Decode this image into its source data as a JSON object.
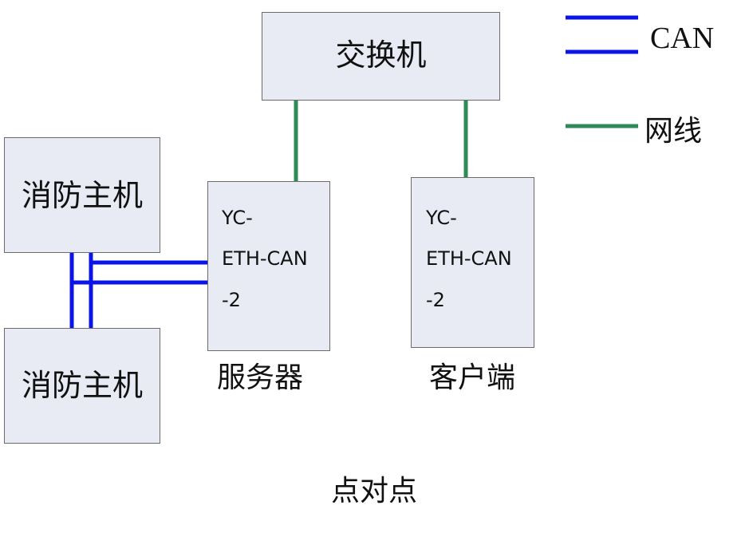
{
  "colors": {
    "box_fill": "#e8ebf3",
    "box_border": "#6b6b6b",
    "can_line": "#0a14e6",
    "network_line": "#2e8b57"
  },
  "switch": {
    "label": "交换机"
  },
  "fire_hosts": [
    {
      "label": "消防主机"
    },
    {
      "label": "消防主机"
    }
  ],
  "server": {
    "device_lines": [
      "YC-",
      "ETH-CAN",
      "-2"
    ],
    "caption": "服务器"
  },
  "client": {
    "device_lines": [
      "YC-",
      "ETH-CAN",
      "-2"
    ],
    "caption": "客户端"
  },
  "legend": {
    "can_label": "CAN",
    "network_label": "网线"
  },
  "footer": {
    "caption": "点对点"
  }
}
